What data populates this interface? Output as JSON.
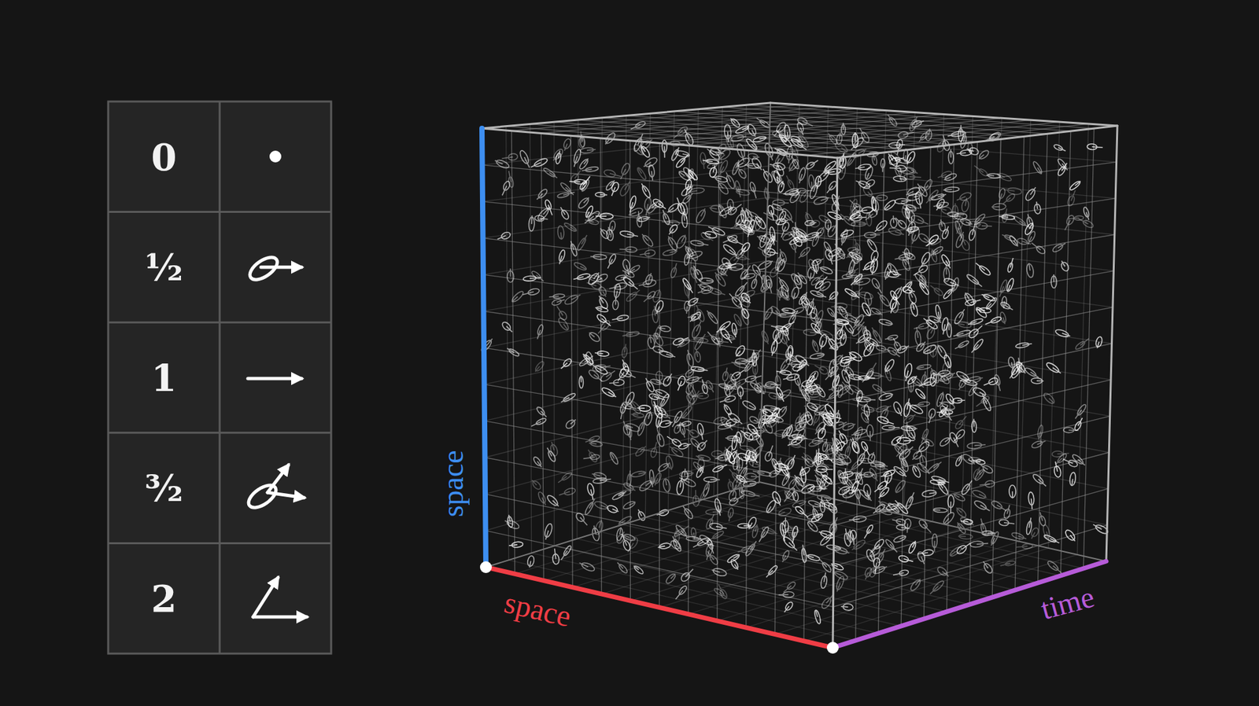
{
  "diagram": {
    "labels": [
      "0",
      "½",
      "1",
      "³⁄₂",
      "2",
      "space",
      "space",
      "time"
    ]
  }
}
